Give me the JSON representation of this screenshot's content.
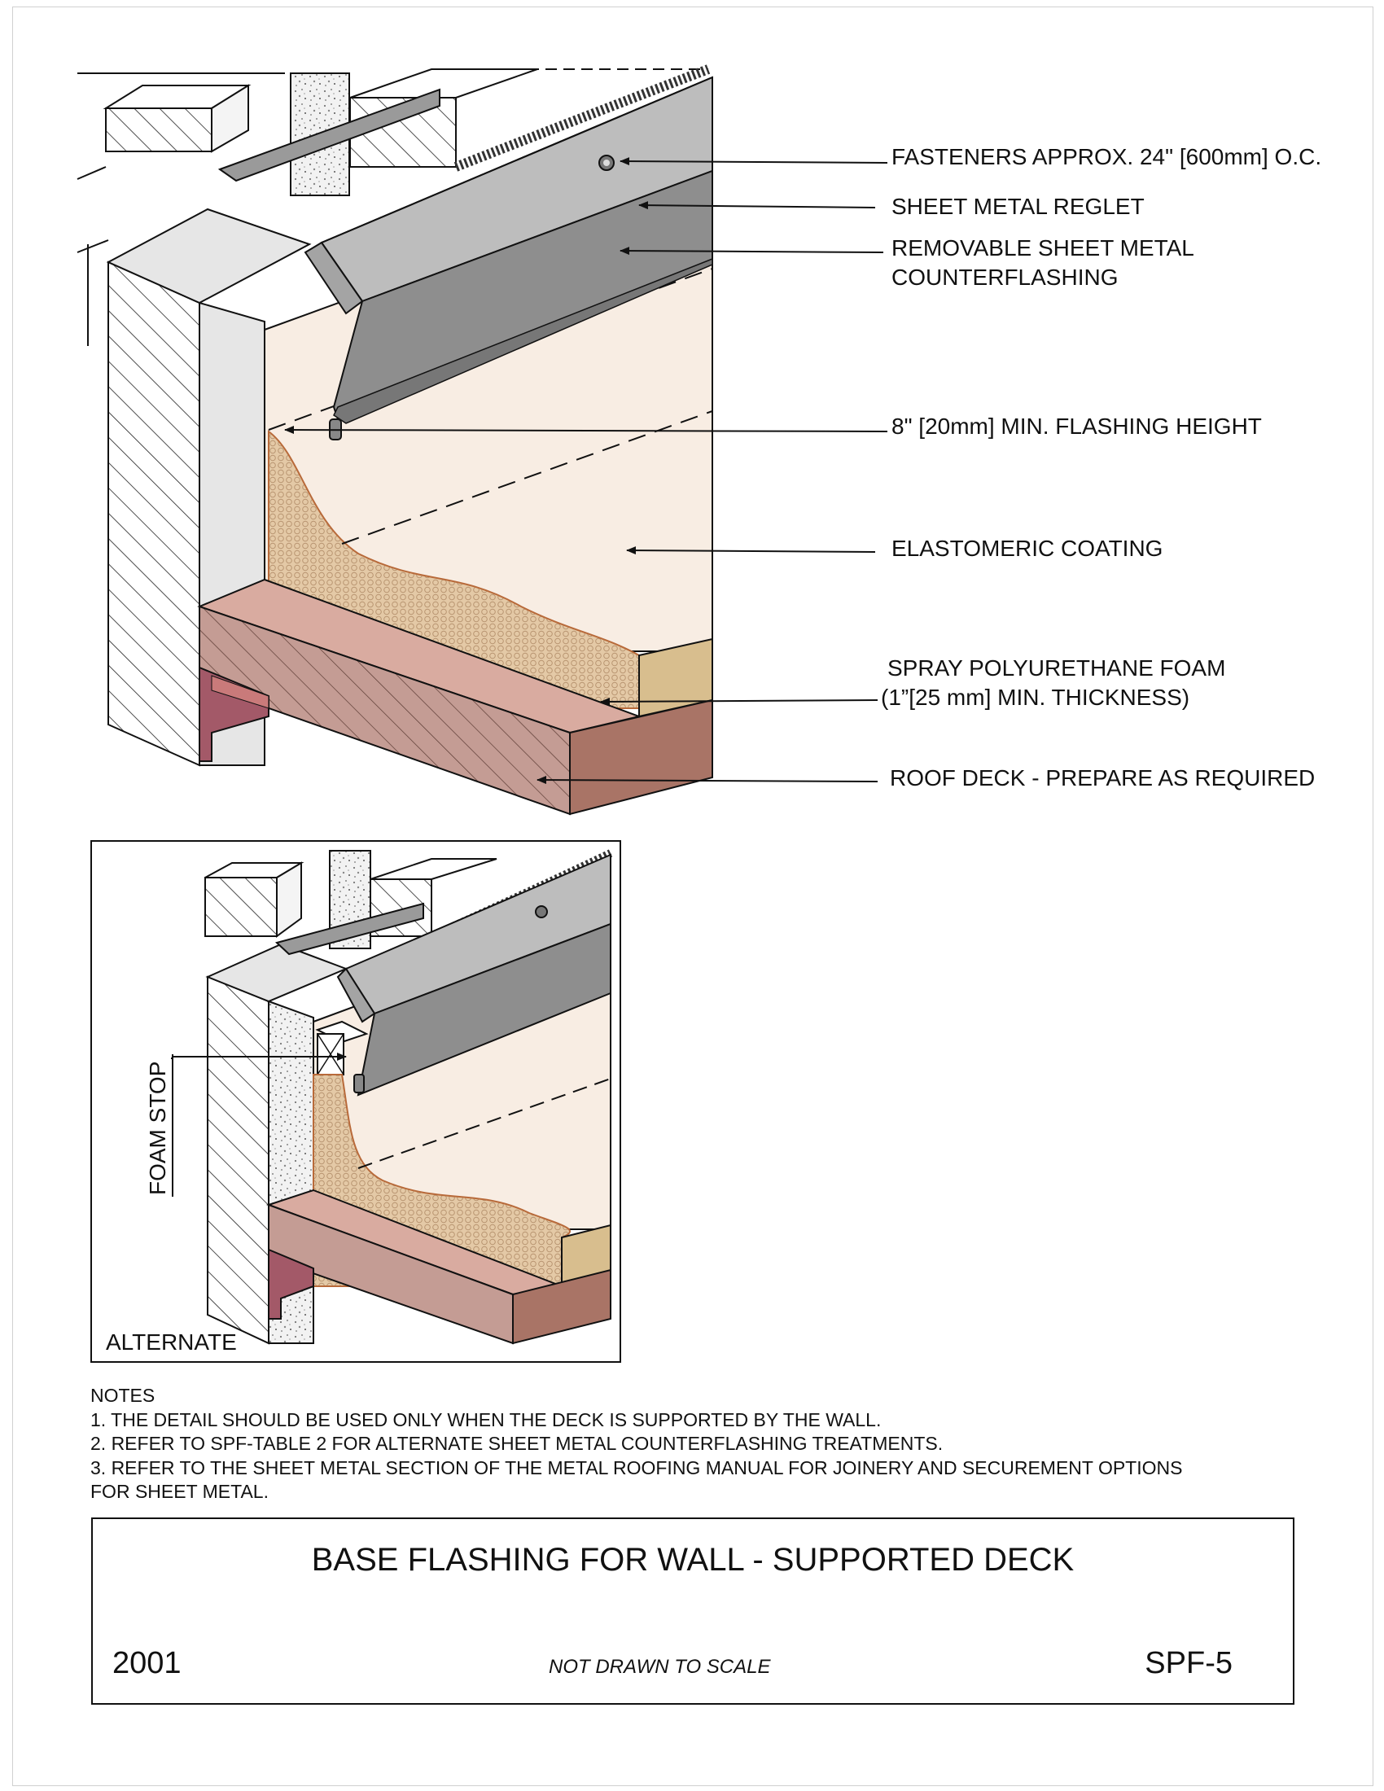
{
  "callouts": {
    "fasteners": "FASTENERS APPROX. 24\" [600mm] O.C.",
    "reglet": "SHEET METAL REGLET",
    "counterflashing_1": "REMOVABLE SHEET METAL",
    "counterflashing_2": "COUNTERFLASHING",
    "flashing_height": "8\" [20mm] MIN. FLASHING HEIGHT",
    "coating": "ELASTOMERIC COATING",
    "foam_1": "SPRAY POLYURETHANE FOAM",
    "foam_2": "(1”[25 mm] MIN. THICKNESS)",
    "deck": "ROOF DECK - PREPARE AS REQUIRED"
  },
  "inset": {
    "foam_stop": "FOAM STOP",
    "label": "ALTERNATE"
  },
  "notes": {
    "heading": "NOTES",
    "items": [
      "1. THE DETAIL SHOULD BE USED ONLY WHEN THE DECK IS SUPPORTED BY THE WALL.",
      "2. REFER TO SPF-TABLE 2 FOR ALTERNATE SHEET METAL COUNTERFLASHING TREATMENTS.",
      "3. REFER TO THE SHEET METAL SECTION OF THE METAL ROOFING MANUAL FOR JOINERY AND SECUREMENT OPTIONS",
      "FOR SHEET METAL."
    ]
  },
  "title_block": {
    "title": "BASE FLASHING FOR WALL - SUPPORTED DECK",
    "year": "2001",
    "scale": "NOT DRAWN TO SCALE",
    "code": "SPF-5"
  },
  "colors": {
    "coating": "#f8ede3",
    "foam": "#e4c9a6",
    "foam_edge": "#d8be8e",
    "deck_top": "#d9aba0",
    "deck_front": "#c49c94",
    "deck_end": "#a97466",
    "metal_light": "#bdbdbd",
    "metal_mid": "#a4a4a4",
    "metal_dark": "#8e8e8e",
    "wall_face": "#e6e6e6",
    "beam": "#a35968"
  }
}
